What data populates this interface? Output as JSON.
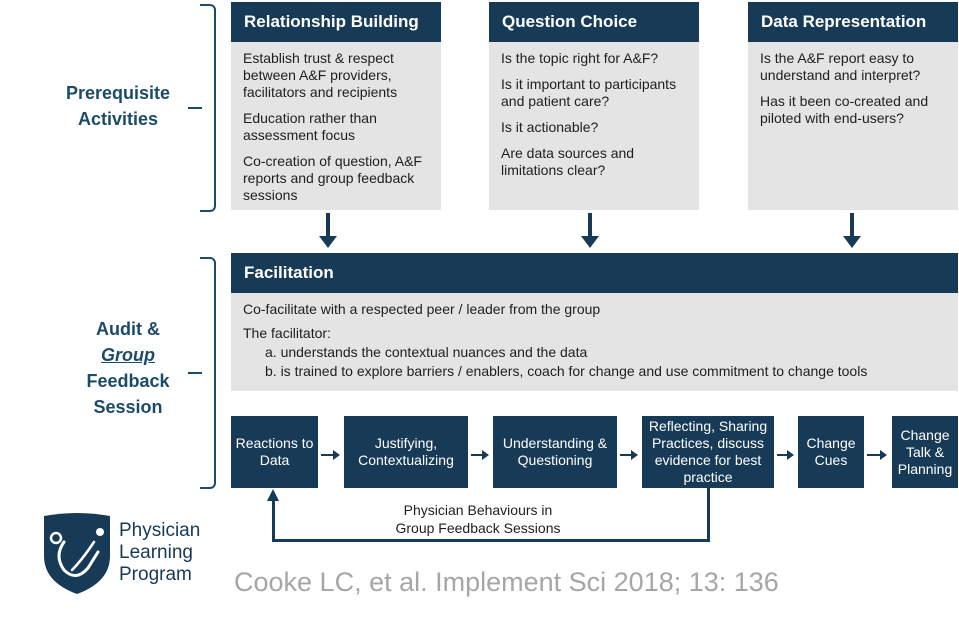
{
  "side_labels": {
    "prereq_line1": "Prerequisite",
    "prereq_line2": "Activities",
    "audit_line1": "Audit &",
    "audit_line2": "Group",
    "audit_line3": "Feedback",
    "audit_line4": "Session"
  },
  "boxes": {
    "relationship": {
      "title": "Relationship Building",
      "items": [
        "Establish trust & respect between A&F providers, facilitators and recipients",
        "Education rather than assessment focus",
        "Co-creation of question, A&F reports and group feedback sessions"
      ]
    },
    "question": {
      "title": "Question Choice",
      "items": [
        "Is the topic right for A&F?",
        "Is it important to participants and patient care?",
        "Is it actionable?",
        "Are data sources and limitations clear?"
      ]
    },
    "data": {
      "title": "Data Representation",
      "items": [
        "Is the A&F report easy to understand and interpret?",
        "Has it been co-created and piloted with end-users?"
      ]
    }
  },
  "facilitation": {
    "title": "Facilitation",
    "line1": "Co-facilitate with a respected peer / leader from the group",
    "line2": "The facilitator:",
    "item_a": "a. understands the contextual nuances and the data",
    "item_b": "b. is trained to explore barriers / enablers, coach for change and use commitment to change tools"
  },
  "steps": [
    "Reactions to Data",
    "Justifying, Contextualizing",
    "Understanding & Questioning",
    "Reflecting, Sharing Practices, discuss evidence for best practice",
    "Change Cues",
    "Change Talk & Planning"
  ],
  "loop_label_line1": "Physician Behaviours in",
  "loop_label_line2": "Group Feedback Sessions",
  "logo": {
    "line1": "Physician",
    "line2": "Learning",
    "line3": "Program"
  },
  "citation": "Cooke LC, et al. Implement Sci 2018; 13: 136",
  "colors": {
    "navy": "#173b56",
    "label_blue": "#1c4b69",
    "box_grey": "#e4e4e4",
    "citation_grey": "#a6a6a6"
  }
}
